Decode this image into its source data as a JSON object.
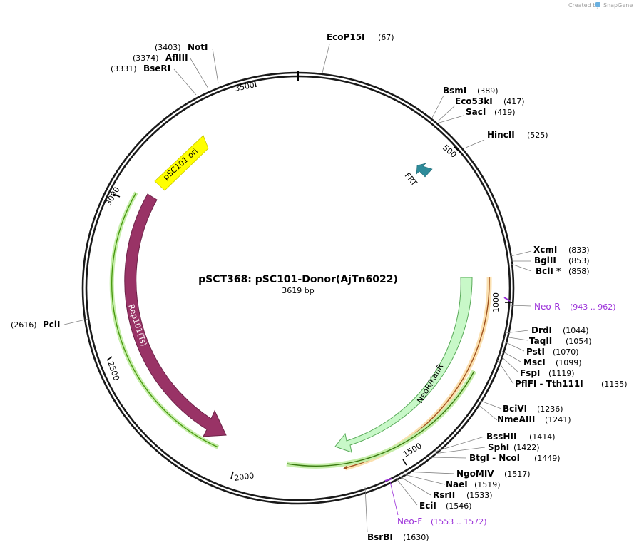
{
  "branding": {
    "created_by": "Created by",
    "app": "SnapGene"
  },
  "map": {
    "title": "pSCT368: pSC101-Donor(AjTn6022)",
    "length_label": "3619 bp",
    "length_bp": 3619
  },
  "ticks": [
    "500",
    "1000",
    "1500",
    "2000",
    "2500",
    "3000",
    "3500"
  ],
  "enzymes": [
    {
      "name": "EcoP15I",
      "pos": "(67)"
    },
    {
      "name": "BsmI",
      "pos": "(389)"
    },
    {
      "name": "Eco53kI",
      "pos": "(417)"
    },
    {
      "name": "SacI",
      "pos": "(419)"
    },
    {
      "name": "HincII",
      "pos": "(525)"
    },
    {
      "name": "XcmI",
      "pos": "(833)"
    },
    {
      "name": "BglII",
      "pos": "(853)"
    },
    {
      "name": "BclI *",
      "pos": "(858)"
    },
    {
      "name": "DrdI",
      "pos": "(1044)"
    },
    {
      "name": "TaqII",
      "pos": "(1054)"
    },
    {
      "name": "PstI",
      "pos": "(1070)"
    },
    {
      "name": "MscI",
      "pos": "(1099)"
    },
    {
      "name": "FspI",
      "pos": "(1119)"
    },
    {
      "name": "PflFI - Tth111I",
      "pos": "(1135)"
    },
    {
      "name": "BciVI",
      "pos": "(1236)"
    },
    {
      "name": "NmeAIII",
      "pos": "(1241)"
    },
    {
      "name": "BssHII",
      "pos": "(1414)"
    },
    {
      "name": "SphI",
      "pos": "(1422)"
    },
    {
      "name": "BtgI - NcoI",
      "pos": "(1449)"
    },
    {
      "name": "NgoMIV",
      "pos": "(1517)"
    },
    {
      "name": "NaeI",
      "pos": "(1519)"
    },
    {
      "name": "RsrII",
      "pos": "(1533)"
    },
    {
      "name": "EciI",
      "pos": "(1546)"
    },
    {
      "name": "BsrBI",
      "pos": "(1630)"
    },
    {
      "name": "PciI",
      "pos": "(2616)"
    },
    {
      "name": "BseRI",
      "pos": "(3331)"
    },
    {
      "name": "AflIII",
      "pos": "(3374)"
    },
    {
      "name": "NotI",
      "pos": "(3403)"
    }
  ],
  "primers": [
    {
      "name": "Neo-R",
      "pos": "(943 .. 962)"
    },
    {
      "name": "Neo-F",
      "pos": "(1553 .. 1572)"
    }
  ],
  "features": [
    {
      "name": "FRT",
      "color": "#2e8b9a"
    },
    {
      "name": "NeoR/KanR",
      "color": "#c8f8c8"
    },
    {
      "name": "pSC101 ori",
      "color": "#ffff00"
    },
    {
      "name": "Rep101(Ts)",
      "color": "#993366"
    }
  ],
  "colors": {
    "backbone": "#1a1a1a",
    "primer": "#9b30d9",
    "orange_orf": "#e8a020",
    "green_orf": "#66bb22"
  }
}
